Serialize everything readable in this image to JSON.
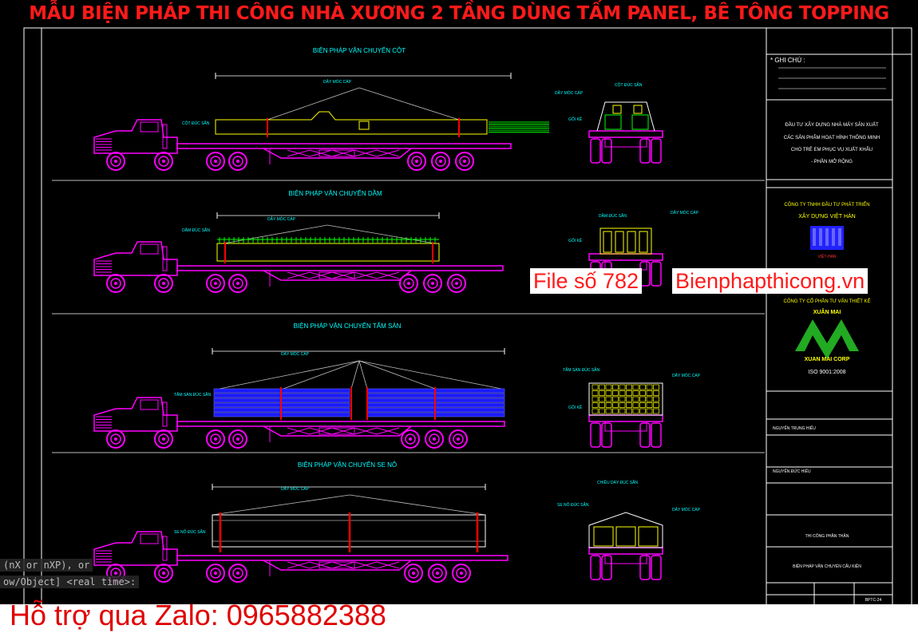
{
  "banner": {
    "title": "MẪU BIỆN PHÁP THI CÔNG NHÀ XƯƠNG 2 TẦNG DÙNG TẤM PANEL, BÊ TÔNG TOPPING"
  },
  "watermark": {
    "file_label": "File số 782",
    "site_label": "Bienphapthicong.vn"
  },
  "footer": {
    "support_text": "Hỗ trợ qua Zalo: 0965882388"
  },
  "command_line": {
    "line1": "(nX or nXP), or",
    "line2": "ow/Object] <real time>:"
  },
  "sections": [
    {
      "title": "BIỆN PHÁP VẬN CHUYỂN CỘT",
      "cargo_label": "CỘT ĐÚC SẴN",
      "cable_label": "DÂY MÓC CÁP"
    },
    {
      "title": "BIỆN PHÁP VẬN CHUYỂN DẦM",
      "cargo_label": "DẦM ĐÚC SẴN",
      "cable_label": "DÂY MÓC CÁP"
    },
    {
      "title": "BIỆN PHÁP VẬN CHUYỂN TẤM SÀN",
      "cargo_label": "TẤM SÀN ĐÚC SẴN",
      "cable_label": "DÂY MÓC CÁP"
    },
    {
      "title": "BIỆN PHÁP VẬN CHUYỂN SE NÔ",
      "cargo_label": "SE NÔ ĐÚC SẴN",
      "cable_label": "DÂY MÓC CÁP"
    }
  ],
  "end_views": [
    {
      "cargo_label": "CỘT ĐÚC SẴN",
      "cable_label": "DÂY MÓC CÁP",
      "support_label": "GỐI KÊ"
    },
    {
      "cargo_label": "DẦM ĐÚC SẴN",
      "cable_label": "DÂY MÓC CÁP",
      "support_label": "GỐI KÊ"
    },
    {
      "cargo_label": "TẤM SÀN ĐÚC SẴN",
      "cable_label": "DÂY MÓC CÁP",
      "support_label": "GỐI KÊ"
    },
    {
      "cargo_label": "CHIỀU DÀY ĐÚC SẴN",
      "cable_label": "DÂY MÓC CÁP",
      "support_label": "SE NÔ ĐÚC SẴN"
    }
  ],
  "title_block": {
    "notes_label": "* GHI CHÚ :",
    "project_lines": [
      "ĐẦU TƯ XÂY DỰNG NHÀ MÁY SẢN XUẤT",
      "CÁC SẢN PHẨM HOẠT HÌNH THÔNG MINH",
      "CHO TRẺ EM PHỤC VỤ XUẤT KHẨU",
      "- PHẦN MỞ RỘNG"
    ],
    "owner_company": [
      "CÔNG TY TNHH ĐẦU TƯ PHÁT TRIỂN",
      "XÂY DỰNG VIỆT HÀN"
    ],
    "owner_logo_text": "VIỆT-HÀN",
    "designer_company": "CÔNG TY CỔ PHẦN TƯ VẤN THIẾT KẾ",
    "designer_name": "XUÂN MAI",
    "designer_logo_text": "XUAN MAI CORP",
    "iso_text": "ISO 9001:2008",
    "person_1": "NGUYỄN TRUNG HIẾU",
    "person_2": "NGUYỄN ĐỨC HIẾU",
    "phase_label": "THI CÔNG PHẦN THÂN",
    "drawing_title": "BIỆN PHÁP VẬN CHUYỂN CẤU KIỆN",
    "drawing_code": "BPTC-24"
  },
  "colors": {
    "truck": "#ff00ff",
    "cargo_outline": "#ffff00",
    "rebar": "#00ff00",
    "strap": "#ff0000",
    "cable": "#c0c0c0",
    "text_cyan": "#00ffff",
    "slab_fill": "#1a1aff",
    "watermark_red": "#ff1a1a",
    "logo_blue": "#2222ff",
    "logo_green": "#22aa22",
    "logo_yellow": "#ffff00"
  }
}
